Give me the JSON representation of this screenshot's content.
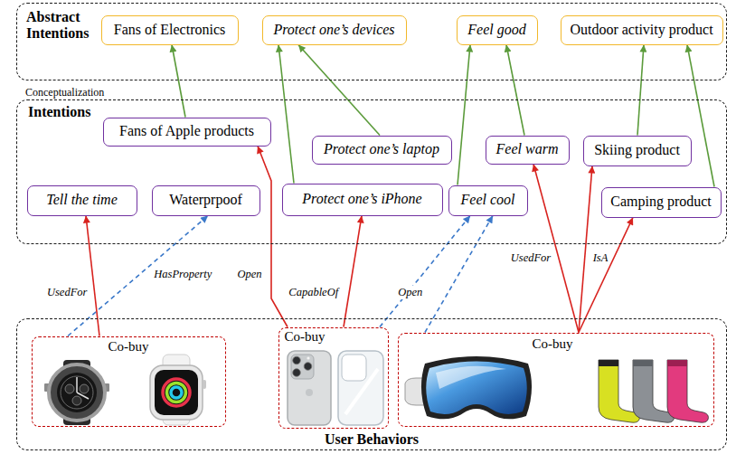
{
  "diagram": {
    "nodes": [
      {
        "text": [
          "Abstract Intentions"
        ]
      },
      {
        "text": [
          "Fans of Electronics"
        ],
        "in": 0
      },
      {
        "text": [
          "Protect one’s devices"
        ],
        "in": 0
      },
      {
        "text": [
          "Feel good"
        ],
        "in": 0
      },
      {
        "text": [
          "Outdoor activity product"
        ],
        "in": 0
      },
      {
        "text": [
          "Intentions"
        ]
      },
      {
        "text": [
          "Fans of Apple products"
        ],
        "in": 5
      },
      {
        "text": [
          "Protect one’s laptop"
        ],
        "in": 5
      },
      {
        "text": [
          "Feel warm"
        ],
        "in": 5
      },
      {
        "text": [
          "Skiing product"
        ],
        "in": 5
      },
      {
        "text": [
          "Tell the time"
        ],
        "in": 5
      },
      {
        "text": [
          "Waterprpoof"
        ],
        "in": 5
      },
      {
        "text": [
          "Protect one’s iPhone"
        ],
        "in": 5
      },
      {
        "text": [
          "Feel cool"
        ],
        "in": 5
      },
      {
        "text": [
          "Camping product"
        ],
        "in": 5
      },
      {
        "text": [
          "User Behaviors"
        ]
      },
      {
        "text": [
          "Co-buy"
        ],
        "in": 15
      },
      {
        "text": [
          "Co-buy"
        ],
        "in": 15
      },
      {
        "text": [
          "Co-buy"
        ],
        "in": 15
      }
    ],
    "edges": [
      {
        "from": 6,
        "to": 1,
        "arrow": "to"
      },
      {
        "from": 12,
        "to": 2,
        "arrow": "to"
      },
      {
        "from": 7,
        "to": 2,
        "arrow": "to"
      },
      {
        "from": 13,
        "to": 3,
        "arrow": "to"
      },
      {
        "from": 8,
        "to": 3,
        "arrow": "to"
      },
      {
        "from": 9,
        "to": 4,
        "arrow": "to"
      },
      {
        "from": 14,
        "to": 4,
        "arrow": "to"
      },
      {
        "from": 16,
        "to": 10,
        "label": "UsedFor",
        "arrow": "to"
      },
      {
        "from": 16,
        "to": 11,
        "label": "HasProperty",
        "arrow": "to"
      },
      {
        "from": 17,
        "to": 6,
        "label": "Open",
        "arrow": "to"
      },
      {
        "from": 17,
        "to": 12,
        "label": "CapableOf",
        "arrow": "to"
      },
      {
        "from": 17,
        "to": 13,
        "label": "Open",
        "arrow": "to"
      },
      {
        "from": 18,
        "to": 13,
        "arrow": "to"
      },
      {
        "from": 18,
        "to": 8,
        "label": "UsedFor",
        "arrow": "to"
      },
      {
        "from": 18,
        "to": 9,
        "label": "IsA",
        "arrow": "to"
      },
      {
        "from": 18,
        "to": 14,
        "arrow": "to"
      }
    ],
    "labels": [
      "Conceptualization"
    ]
  }
}
